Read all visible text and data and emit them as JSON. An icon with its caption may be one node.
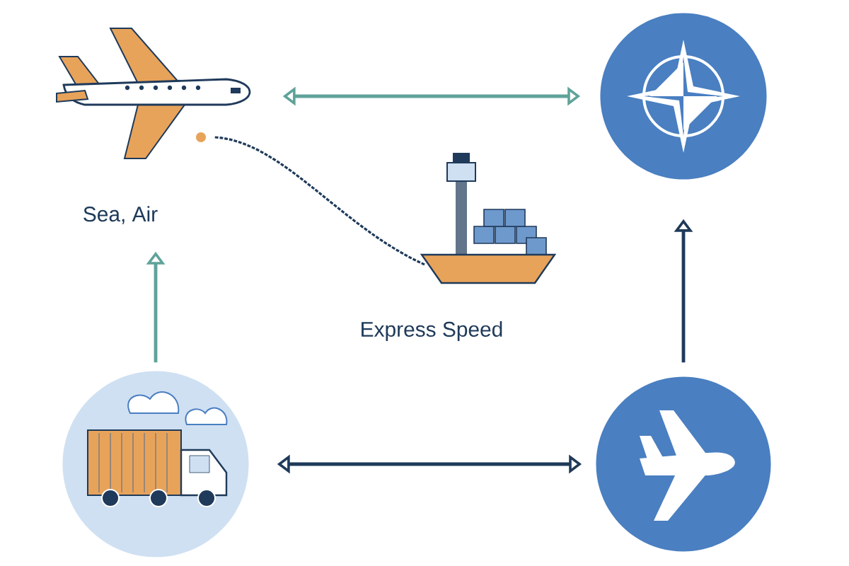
{
  "diagram": {
    "nodes": [
      {
        "text": [
          "Sea, Air"
        ]
      },
      {
        "text": [],
        "shape": "circle"
      },
      {
        "text": [
          "Express Speed"
        ]
      },
      {
        "text": [],
        "shape": "circle"
      },
      {
        "text": [],
        "shape": "circle"
      }
    ],
    "edges": [
      {
        "from": 0,
        "to": 1,
        "arrow": "both",
        "color": "#5fa39a"
      },
      {
        "from": 0,
        "to": 2,
        "arrow": "none",
        "style": "dashed",
        "color": "#1f3a5a"
      },
      {
        "from": 3,
        "to": 0,
        "arrow": "to",
        "color": "#5fa39a"
      },
      {
        "from": 3,
        "to": 4,
        "arrow": "both",
        "color": "#1f3a5a"
      },
      {
        "from": 4,
        "to": 1,
        "arrow": "to",
        "color": "#1f3a5a"
      }
    ]
  }
}
